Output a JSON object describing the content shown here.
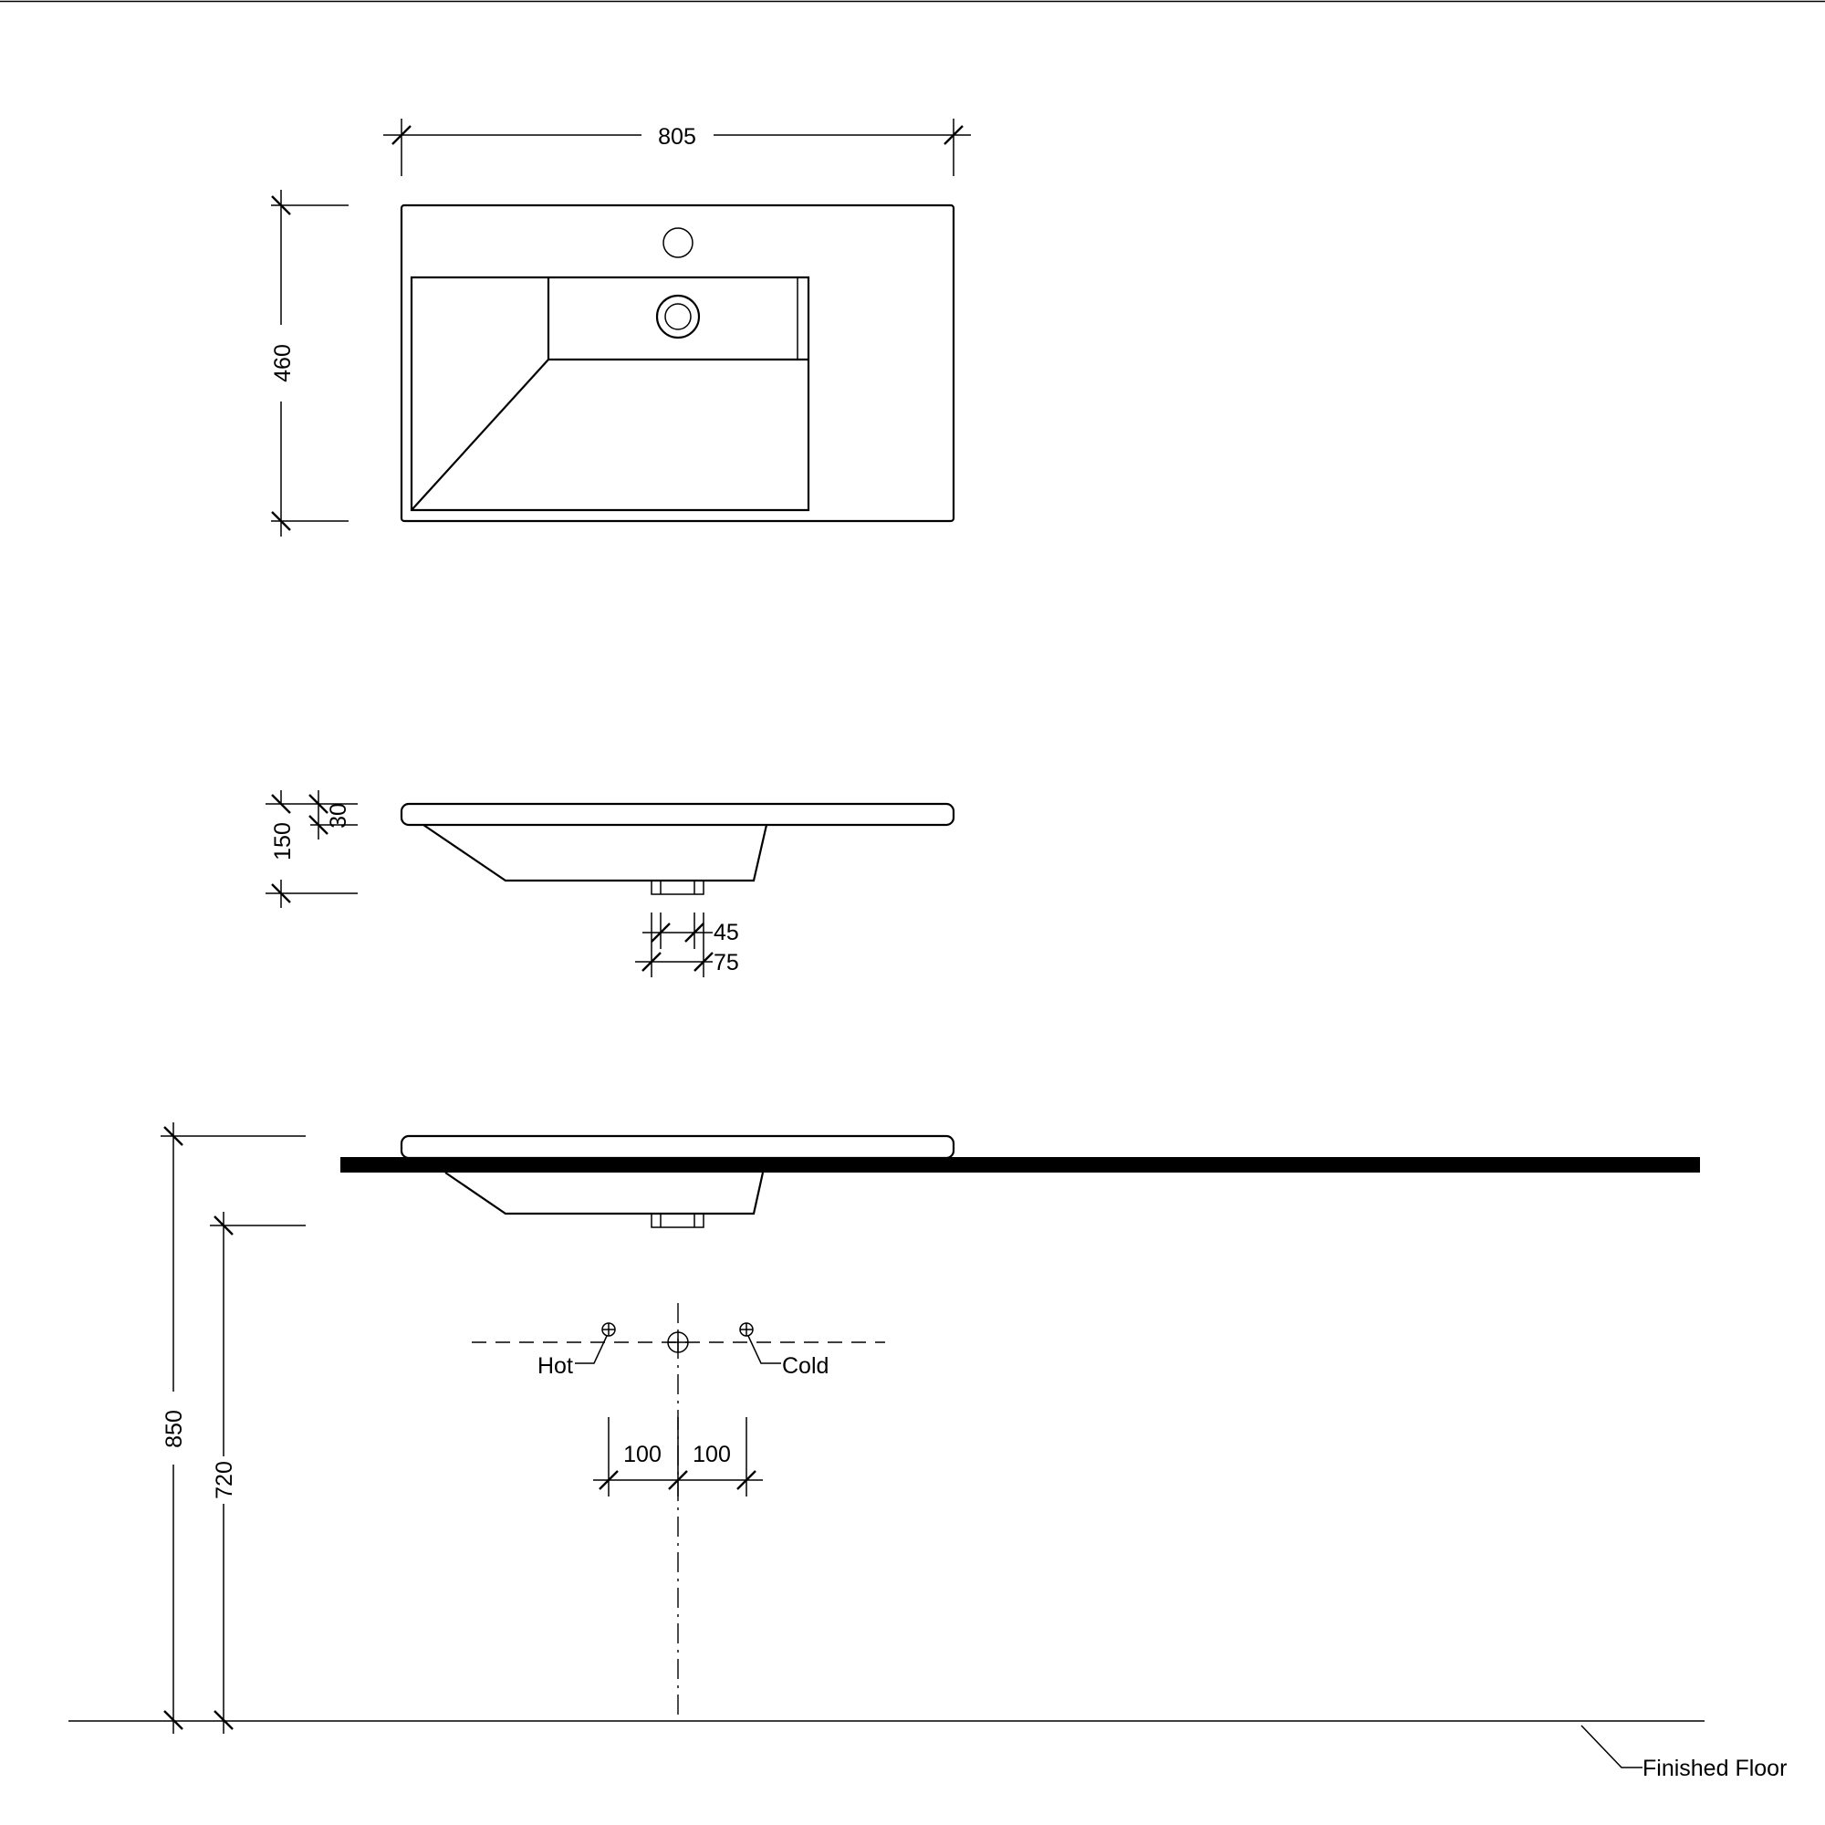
{
  "plan_view": {
    "width_dim": "805",
    "depth_dim": "460"
  },
  "side_view": {
    "height_dim": "150",
    "rim_dim": "30",
    "waste_inner_dim": "45",
    "waste_outer_dim": "75"
  },
  "elevation_view": {
    "overall_height_dim": "850",
    "basin_underside_dim": "720",
    "hot_label": "Hot",
    "cold_label": "Cold",
    "hot_offset_dim": "100",
    "cold_offset_dim": "100",
    "floor_label": "Finished Floor"
  }
}
